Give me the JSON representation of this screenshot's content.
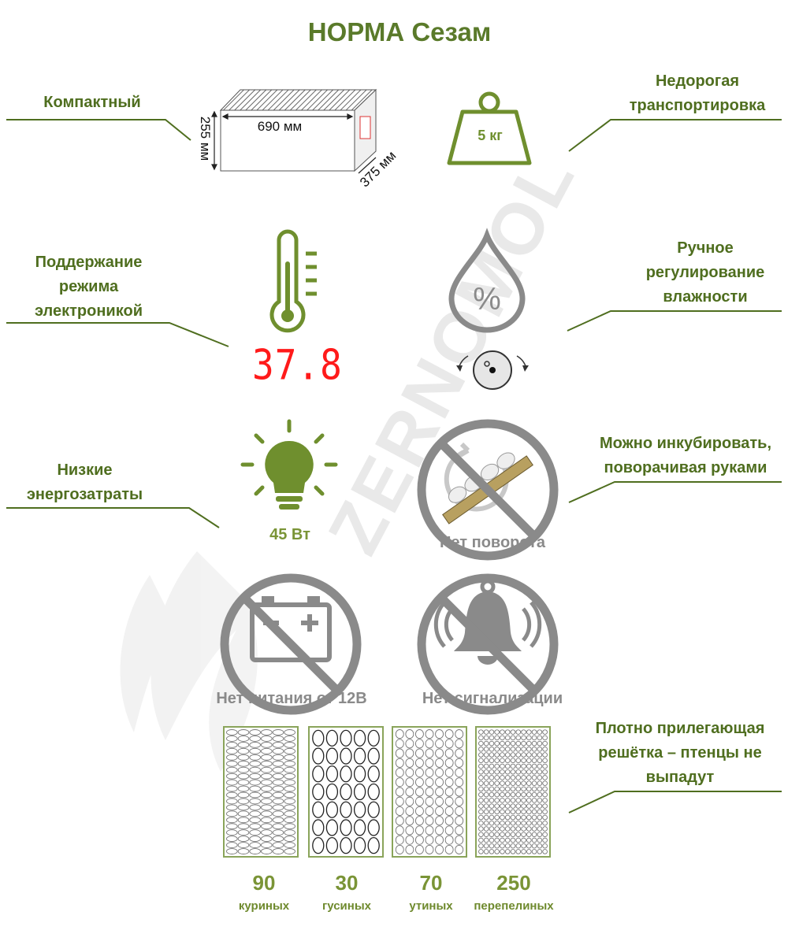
{
  "title": "НОРМА Сезам",
  "features": {
    "compact": "Компактный",
    "transport": [
      "Недорогая",
      "транспортировка"
    ],
    "electronics": [
      "Поддержание",
      "режима",
      "электроникой"
    ],
    "humidity": [
      "Ручное",
      "регулирование",
      "влажности"
    ],
    "energy": [
      "Низкие",
      "энергозатраты"
    ],
    "manual_turn": [
      "Можно инкубировать,",
      "поворачивая руками"
    ],
    "grid": [
      "Плотно прилегающая",
      "решётка – птенцы не",
      "выпадут"
    ]
  },
  "dimensions": {
    "width": "690 мм",
    "height": "255 мм",
    "depth": "375 мм"
  },
  "weight": "5 кг",
  "temperature": "37.8",
  "power": "45 Вт",
  "icons": {
    "box": "incubator-box-icon",
    "weight": "weight-icon",
    "thermometer": "thermometer-icon",
    "drop": "humidity-drop-icon",
    "knob": "rotary-knob-icon",
    "bulb": "light-bulb-icon",
    "no_turn": "no-turning-icon",
    "no_battery": "no-battery-icon",
    "no_alarm": "no-alarm-icon"
  },
  "absent": {
    "turning": "Нет поворота",
    "power12v": "Нет питания от 12В",
    "alarm": "Нет сигнализации"
  },
  "watermark": "ZERNOMOL",
  "trays": [
    {
      "count": "90",
      "kind": "куриных"
    },
    {
      "count": "30",
      "kind": "гусиных"
    },
    {
      "count": "70",
      "kind": "утиных"
    },
    {
      "count": "250",
      "kind": "перепелиных"
    }
  ],
  "colors": {
    "accent": "#6f8f2e",
    "text_green": "#4f6e1f",
    "gray": "#8a8a8a",
    "red": "#ff0000"
  }
}
